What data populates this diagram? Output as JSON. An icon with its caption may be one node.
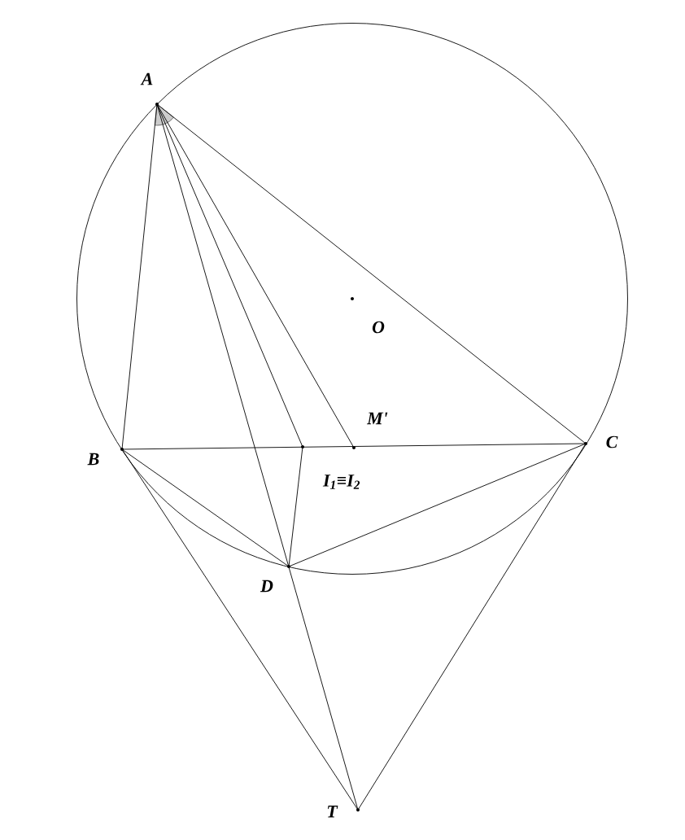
{
  "diagram": {
    "nodes": [
      {
        "text": [
          "A"
        ]
      },
      {
        "text": [
          "B"
        ]
      },
      {
        "text": [
          "C"
        ]
      },
      {
        "text": [
          "D"
        ]
      },
      {
        "text": [
          "T"
        ]
      },
      {
        "text": [
          "O"
        ]
      },
      {
        "text": [
          "M'"
        ]
      },
      {
        "text": [
          "I$_{1}$≡I$_{2}$"
        ]
      }
    ],
    "edges": [
      {
        "from": 0,
        "to": 1,
        "arrow": "none"
      },
      {
        "from": 0,
        "to": 2,
        "arrow": "none"
      },
      {
        "from": 0,
        "to": 4,
        "arrow": "none"
      },
      {
        "from": 0,
        "to": 7,
        "arrow": "none"
      },
      {
        "from": 0,
        "to": 6,
        "arrow": "none"
      },
      {
        "from": 1,
        "to": 2,
        "arrow": "none"
      },
      {
        "from": 1,
        "to": 3,
        "arrow": "none"
      },
      {
        "from": 3,
        "to": 2,
        "arrow": "none"
      },
      {
        "from": 3,
        "to": 7,
        "arrow": "none"
      },
      {
        "from": 1,
        "to": 4,
        "arrow": "none"
      },
      {
        "from": 2,
        "to": 4,
        "arrow": "none"
      }
    ]
  }
}
